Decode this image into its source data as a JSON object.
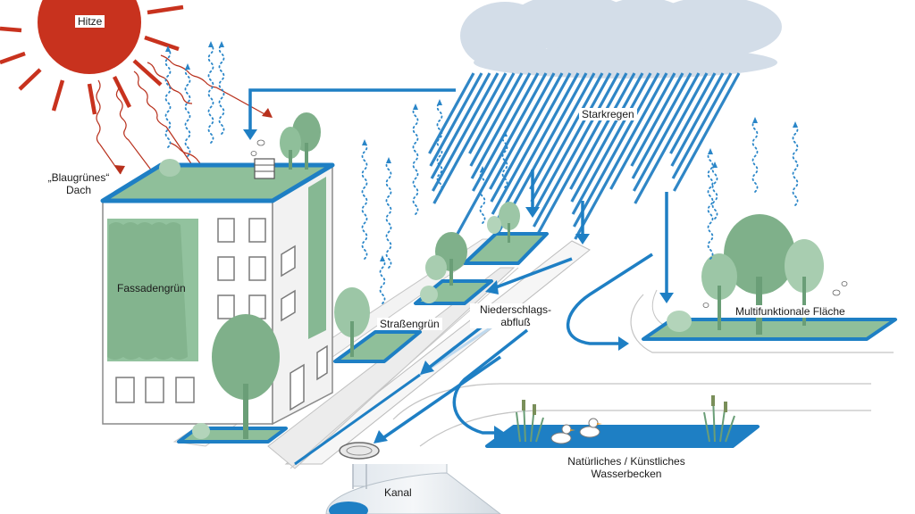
{
  "labels": {
    "heat": "Hitze",
    "blue_green_roof_line1": "„Blaugrünes“",
    "blue_green_roof_line2": "Dach",
    "facade_green": "Fassadengrün",
    "street_green": "Straßengrün",
    "runoff_line1": "Niederschlags-",
    "runoff_line2": "abfluß",
    "heavy_rain": "Starkregen",
    "multifunctional_area": "Multifunktionale Fläche",
    "basin_line1": "Natürliches / Künstliches",
    "basin_line2": "Wasserbecken",
    "sewer": "Kanal"
  },
  "colors": {
    "sun": "#c8321e",
    "heat_rays": "#b8301c",
    "water": "#1e7fc4",
    "evaporation": "#2a86c8",
    "vegetation": "#8fbf9a",
    "tree": "#7fb08a",
    "cloud": "#d3dde8",
    "road": "#e6e6e6"
  }
}
